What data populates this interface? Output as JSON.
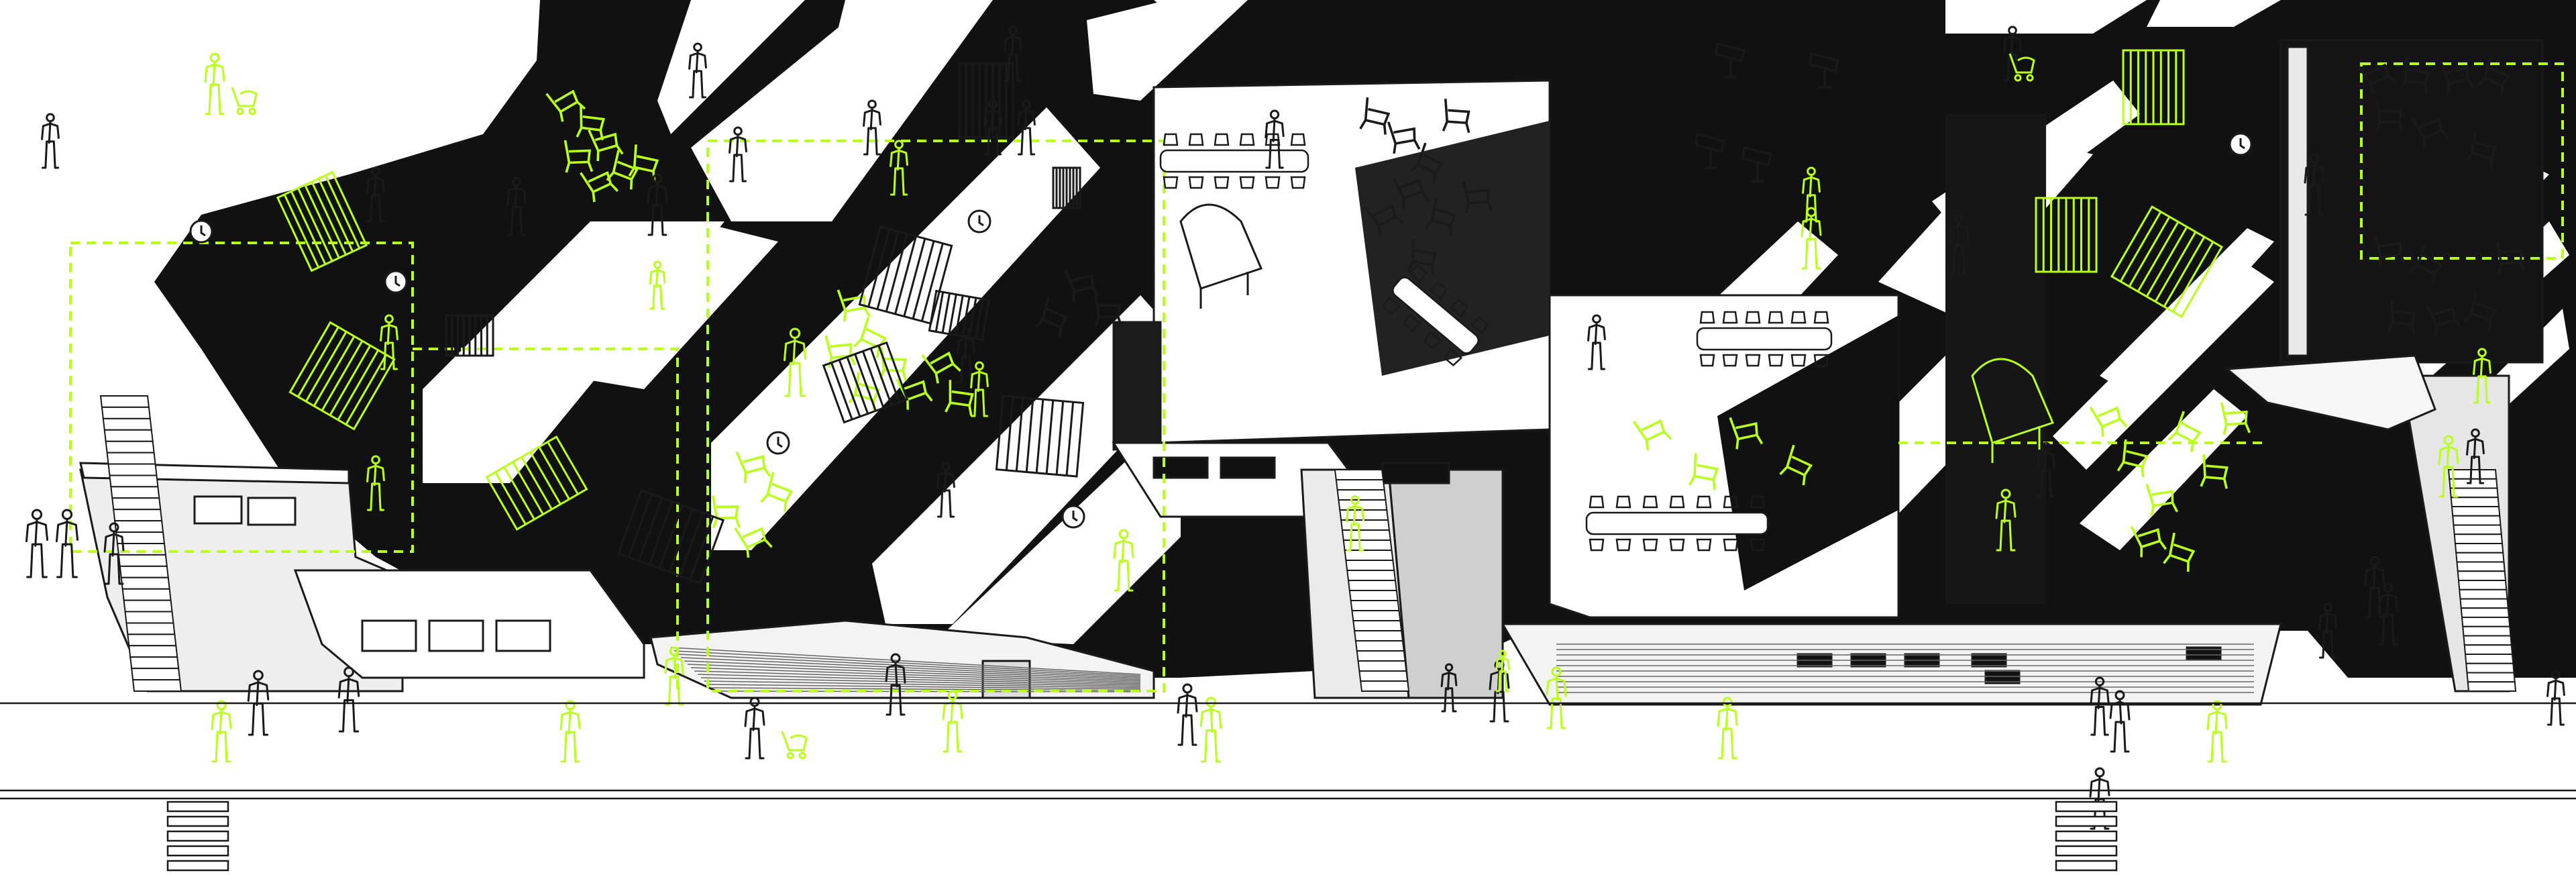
{
  "drawing": {
    "colors": {
      "background": "#ffffff",
      "shadow": "#111111",
      "deep_shadow": "#050505",
      "accent": "#b8ff1e",
      "line": "#1a1a1a",
      "mid_gray": "#8c8c8c",
      "light_gray": "#d9d9d9"
    },
    "layers": [
      "sky-background",
      "diagonal-light-rays",
      "building-volumes",
      "staircases",
      "dashed-program-outlines",
      "furniture-groups",
      "people-figures",
      "street-and-crosswalks"
    ],
    "icons": [
      "person-icon",
      "person-green-icon",
      "stroller-icon",
      "chair-icon",
      "table-icon",
      "piano-icon",
      "lamp-icon",
      "clock-icon"
    ]
  }
}
